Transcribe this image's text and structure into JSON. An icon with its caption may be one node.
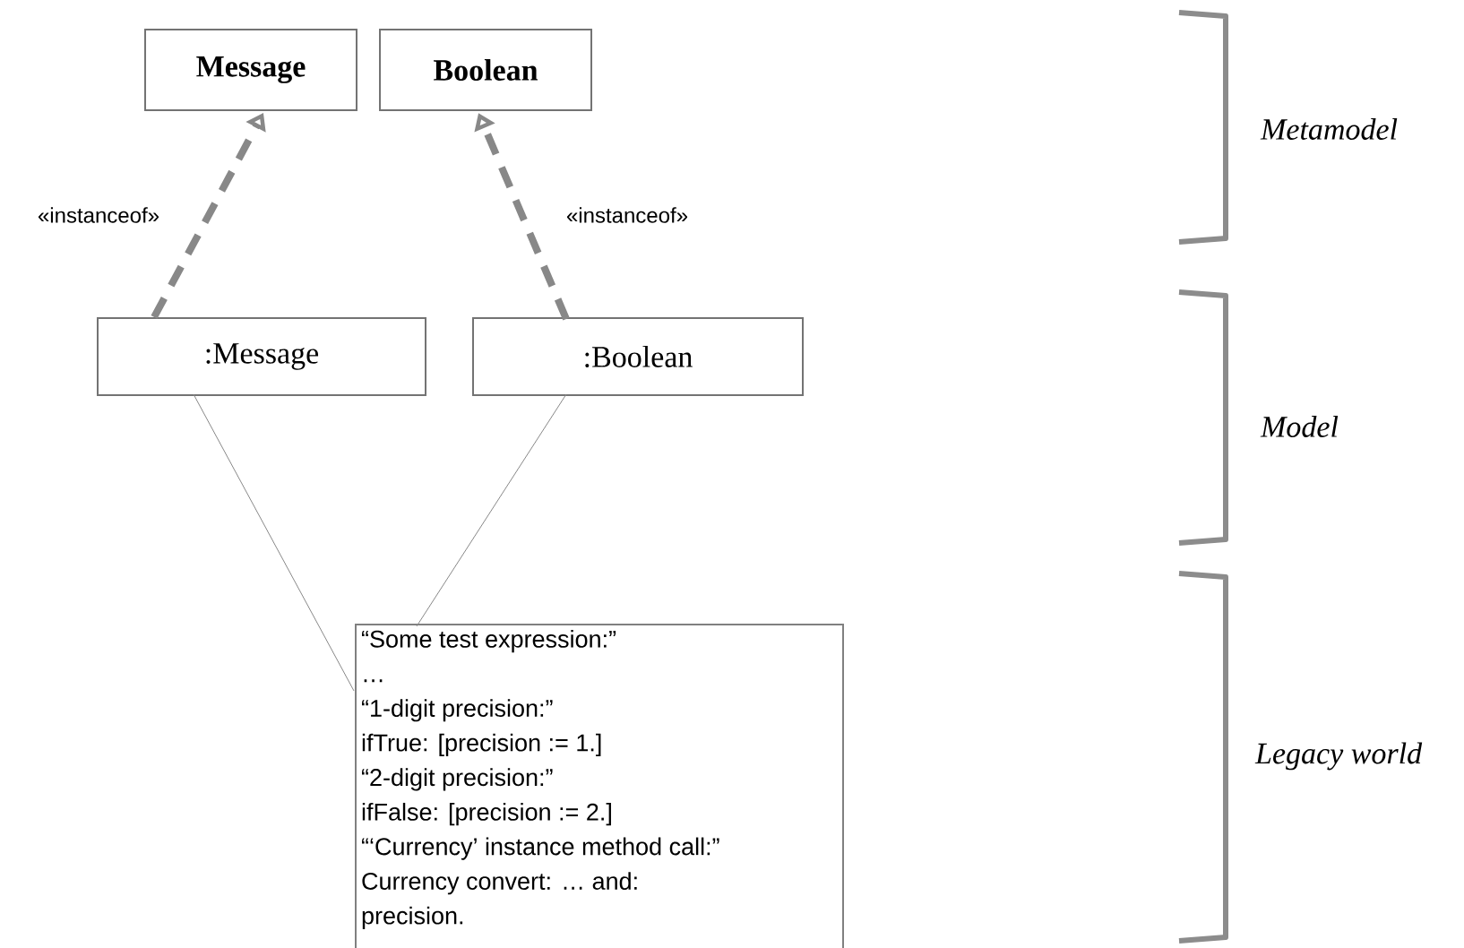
{
  "diagram": {
    "nodes": [
      {
        "text": [
          "Message"
        ]
      },
      {
        "text": [
          "Boolean"
        ]
      },
      {
        "text": [
          ":Message"
        ]
      },
      {
        "text": [
          ":Boolean"
        ]
      },
      {
        "text": [
          "“Some test expression:”",
          "…",
          "“1-digit precision:”",
          "ifTrue: [precision := 1.]",
          "“2-digit precision:”",
          "ifFalse: [precision := 2.]",
          "“‘Currency’ instance method call:”",
          "Currency convert: … and:",
          "precision."
        ]
      }
    ],
    "edges": [
      {
        "from": 2,
        "to": 0,
        "arrow": "to",
        "label": "«instanceof»",
        "style": "dashed"
      },
      {
        "from": 3,
        "to": 1,
        "arrow": "to",
        "label": "«instanceof»",
        "style": "dashed"
      },
      {
        "from": 2,
        "to": 4,
        "arrow": "none"
      },
      {
        "from": 3,
        "to": 4,
        "arrow": "none"
      }
    ],
    "labels": [
      "Metamodel",
      "Model",
      "Legacy world"
    ]
  }
}
